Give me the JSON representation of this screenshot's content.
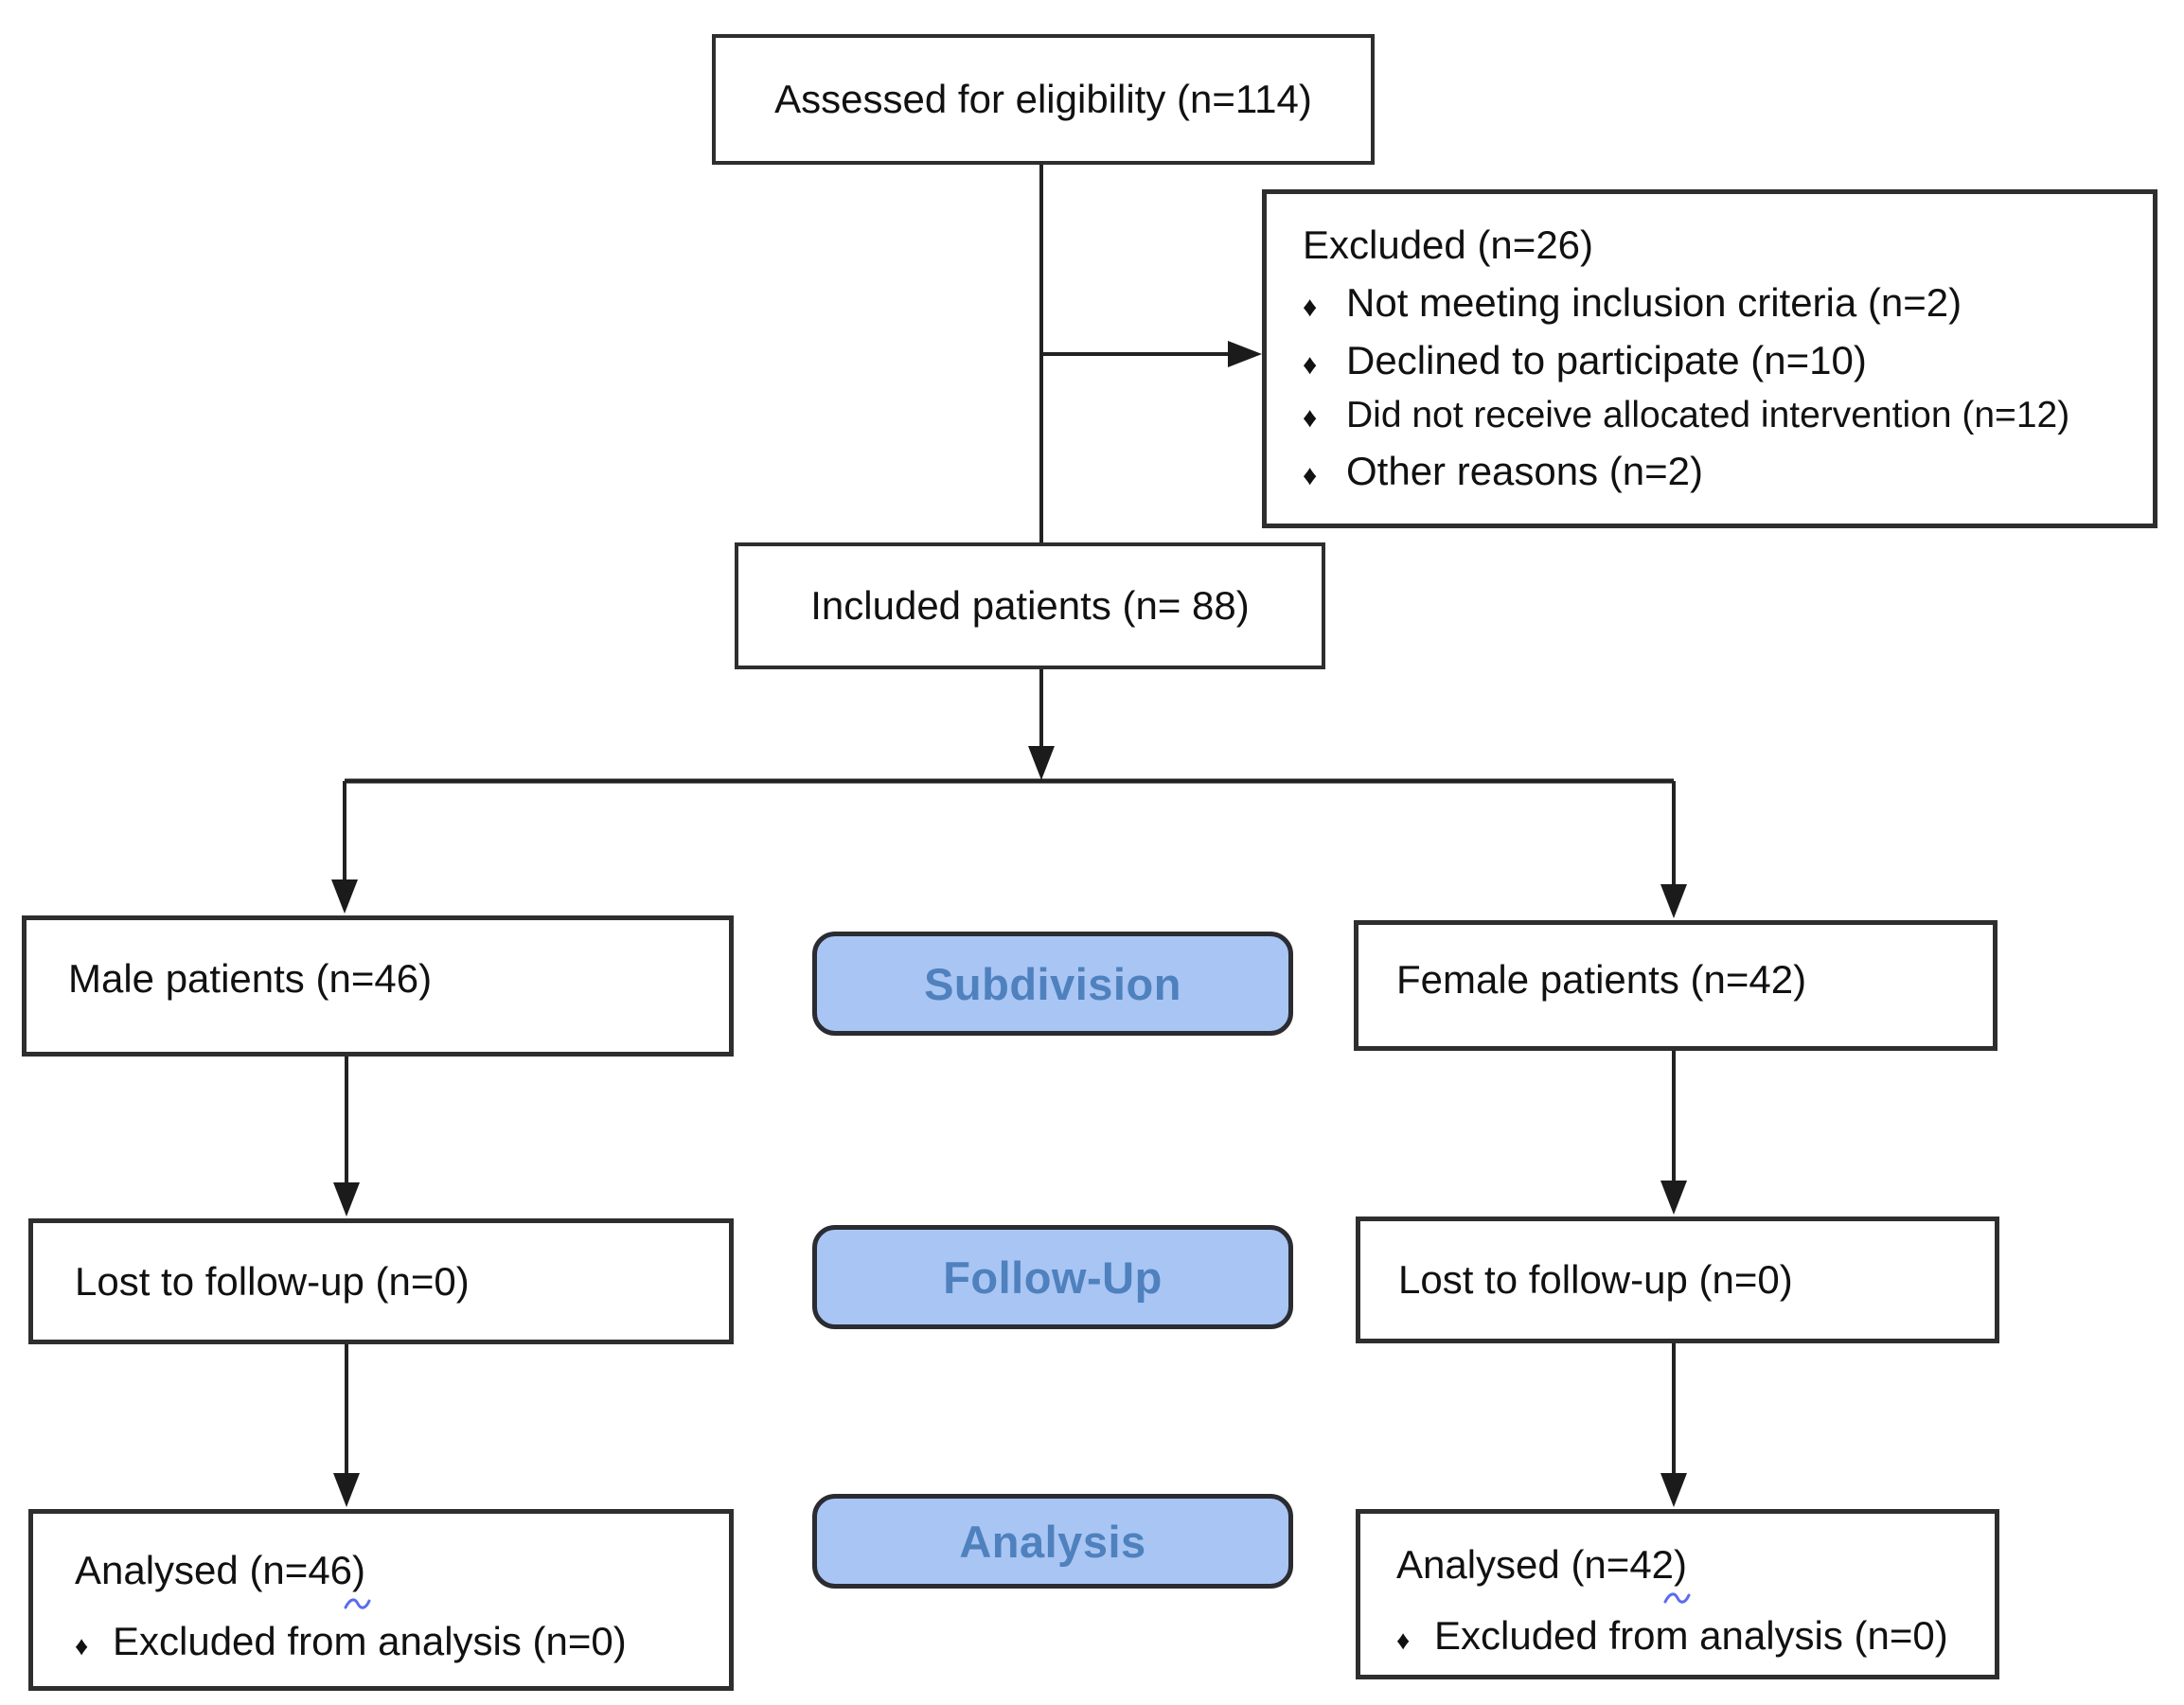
{
  "diagram": {
    "bullet": "♦",
    "assessed": {
      "label": "Assessed for eligibility (n=114)"
    },
    "excluded": {
      "title": "Excluded (n=26)",
      "items": [
        "Not meeting inclusion criteria (n=2)",
        "Declined to participate (n=10)",
        "Did not receive allocated intervention (n=12)",
        "Other reasons (n=2)"
      ]
    },
    "included": {
      "label": "Included patients (n= 88)"
    },
    "male": {
      "label": "Male patients (n=46)"
    },
    "female": {
      "label": "Female patients (n=42)"
    },
    "stage_labels": {
      "subdivision": "Subdivision",
      "followup": "Follow-Up",
      "analysis": "Analysis"
    },
    "lost_left": {
      "label": "Lost to follow-up (n=0)"
    },
    "lost_right": {
      "label": "Lost to follow-up (n=0)"
    },
    "analysed_left": {
      "title": "Analysed  (n=46)",
      "item": "Excluded from analysis (n=0)"
    },
    "analysed_right": {
      "title": "Analysed (n=42)",
      "item": "Excluded from analysis (n=0)"
    },
    "colors": {
      "stage_fill": "#A9C5F4",
      "stage_text": "#4E81BD",
      "stage_border": "#2A2C31",
      "box_border": "#2E2E2E",
      "line": "#222222",
      "squiggle": "#5B6BF0"
    }
  }
}
